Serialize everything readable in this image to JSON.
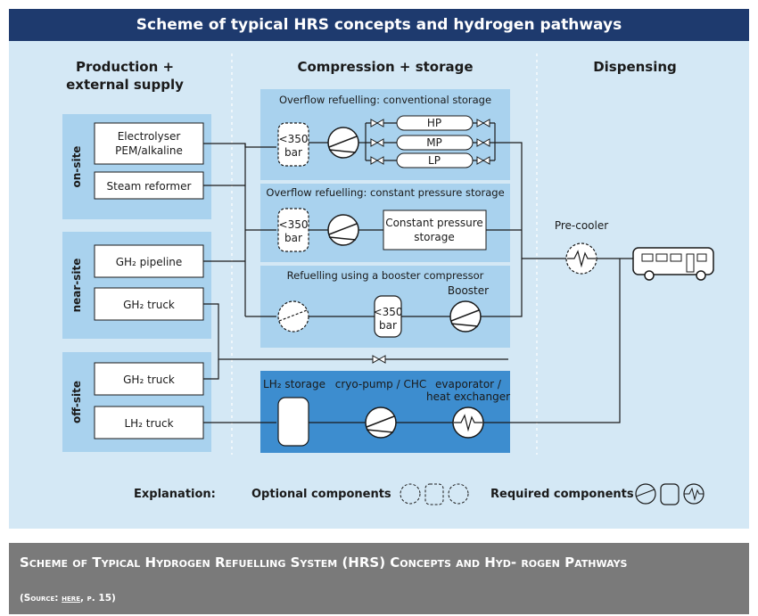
{
  "title": "Scheme of typical HRS concepts and hydrogen pathways",
  "columns": {
    "production": [
      "Production +",
      "external supply"
    ],
    "compression": "Compression + storage",
    "dispensing": "Dispensing"
  },
  "groups": {
    "on_site": "on-site",
    "near_site": "near-site",
    "off_site": "off-site"
  },
  "sources": {
    "electrolyser": [
      "Electrolyser",
      "PEM/alkaline"
    ],
    "steam_reformer": "Steam reformer",
    "gh2_pipeline": "GH₂ pipeline",
    "gh2_truck_near": "GH₂ truck",
    "gh2_truck_off": "GH₂ truck",
    "lh2_truck": "LH₂ truck"
  },
  "panels": {
    "overflow_conventional": {
      "title": "Overflow refuelling: conventional storage",
      "buffer": [
        "<350",
        "bar"
      ],
      "tanks": [
        "HP",
        "MP",
        "LP"
      ]
    },
    "overflow_constant": {
      "title": "Overflow refuelling: constant pressure storage",
      "buffer": [
        "<350",
        "bar"
      ],
      "storage": [
        "Constant pressure",
        "storage"
      ]
    },
    "booster": {
      "title": "Refuelling using a booster compressor",
      "buffer": [
        "<350",
        "bar"
      ],
      "booster_label": "Booster"
    },
    "liquid": {
      "storage_label": "LH₂ storage",
      "pump_label": "cryo-pump / CHC",
      "evaporator": [
        "evaporator /",
        "heat exchanger"
      ]
    }
  },
  "dispensing": {
    "precooler": "Pre-cooler"
  },
  "legend": {
    "explanation": "Explanation:",
    "optional": "Optional components",
    "required": "Required components"
  },
  "caption": {
    "title": "Scheme of Typical Hydrogen Refuelling System (HRS) Concepts and Hyd- rogen Pathways",
    "source_prefix": "(Source: ",
    "source_link": "here",
    "source_suffix": ", p. 15)"
  },
  "colors": {
    "frame_bg": "#d4e8f5",
    "title_bar": "#1e3a6e",
    "panel_light": "#a9d2ee",
    "panel_dark": "#3d8dcf",
    "caption_bg": "#7a7a7a"
  }
}
